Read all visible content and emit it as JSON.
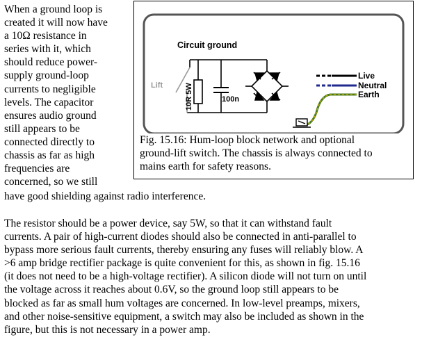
{
  "left_paragraph": {
    "lines": [
      "When a ground loop is",
      "created it will now have",
      "a 10Ω resistance in",
      "series with it, which",
      "should reduce power-",
      "supply ground-loop",
      "currents to negligible",
      "levels. The capacitor",
      "ensures audio ground",
      "still appears to be",
      "connected directly to",
      "chassis as far as high",
      "frequencies are",
      "concerned, so we still"
    ],
    "tail": "have good shielding against radio interference."
  },
  "figure": {
    "labels": {
      "circuit_ground": "Circuit ground",
      "lift": "Lift",
      "resistor": "10R 5W",
      "capacitor": "100n",
      "live": "Live",
      "neutral": "Neutral",
      "earth": "Earth"
    },
    "colors": {
      "wire": "#000000",
      "live_wire": "#000000",
      "neutral_wire": "#1e2a8c",
      "earth_wire": "#4a7a1e",
      "lift_switch": "#999999",
      "chassis_border": "#555555"
    },
    "caption_lines": [
      "Fig. 15.16: Hum-loop block network and optional",
      "ground-lift switch. The chassis is always connected to",
      "mains earth for safety reasons."
    ]
  },
  "body_paragraph": {
    "lines": [
      "The resistor should be a power device, say 5W, so that it can withstand fault",
      "currents. A pair of high-current diodes should also be connected in anti-parallel to",
      "bypass more serious fault currents, thereby ensuring any fuses will reliably blow. A",
      ">6 amp bridge rectifier package is quite convenient for this, as shown in fig. 15.16",
      "(it does not need to be a high-voltage rectifier). A silicon diode will not turn on until",
      "the voltage across it reaches about 0.6V, so the ground loop still appears to be",
      "blocked as far as small hum voltages are concerned. In low-level preamps, mixers,",
      "and other noise-sensitive equipment, a switch may also be included as shown in the",
      "figure, but this is not necessary in a power amp."
    ]
  }
}
